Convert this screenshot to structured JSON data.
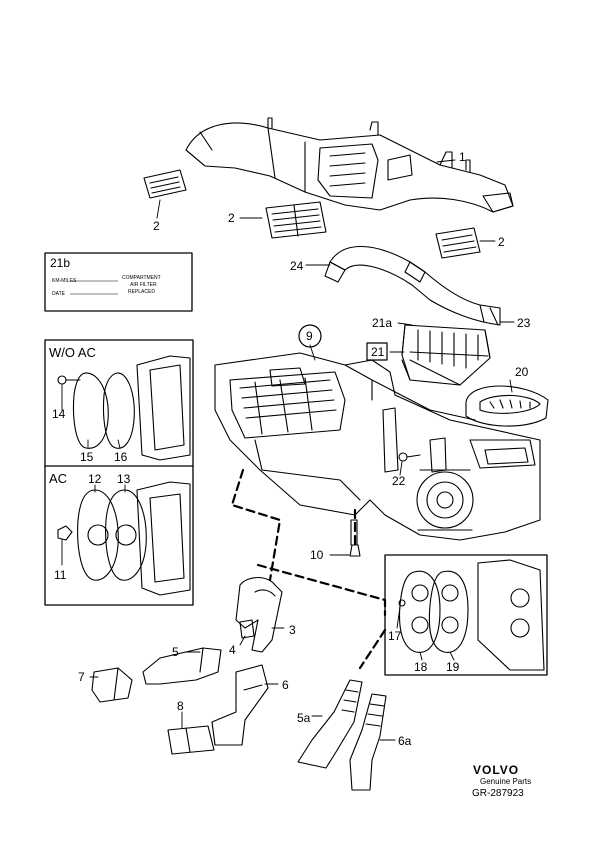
{
  "callouts": {
    "c1": "1",
    "c2a": "2",
    "c2b": "2",
    "c2c": "2",
    "c3": "3",
    "c4": "4",
    "c5": "5",
    "c5a": "5a",
    "c6": "6",
    "c6a": "6a",
    "c7": "7",
    "c8": "8",
    "c9": "9",
    "c10": "10",
    "c11": "11",
    "c12": "12",
    "c13": "13",
    "c14": "14",
    "c15": "15",
    "c16": "16",
    "c17": "17",
    "c18": "18",
    "c19": "19",
    "c20": "20",
    "c21": "21",
    "c21a": "21a",
    "c21b": "21b",
    "c22": "22",
    "c23": "23",
    "c24": "24"
  },
  "label_card": {
    "line1": "COMPARTMENT",
    "line2": "AIR FILTER",
    "line3": "REPLACED",
    "field_km": "KM-MILES",
    "field_date": "DATE"
  },
  "inset_headers": {
    "wo_ac": "W/O AC",
    "ac": "AC"
  },
  "footer": {
    "brand": "VOLVO",
    "subtitle": "Genuine Parts",
    "code": "GR-287923"
  }
}
